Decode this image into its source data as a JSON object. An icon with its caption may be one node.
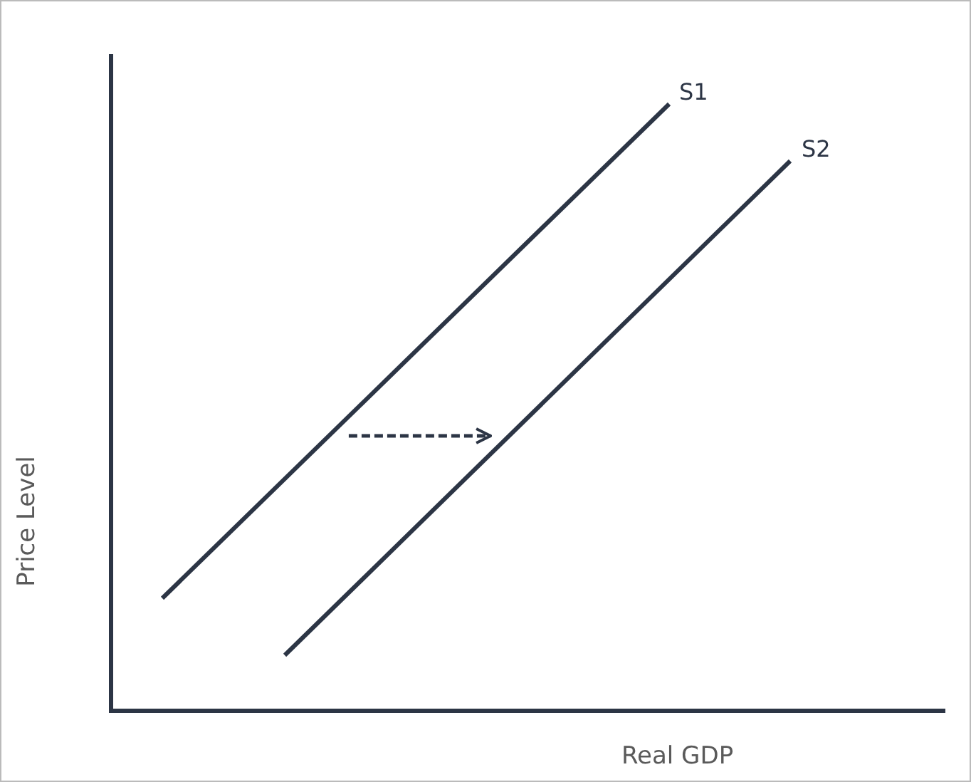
{
  "diagram": {
    "nodes": [
      {
        "text": [
          "S1"
        ]
      },
      {
        "text": [
          "S2"
        ]
      }
    ],
    "edges": [
      {
        "from": 0,
        "to": 1,
        "arrow": "to",
        "style": "dashed"
      }
    ],
    "labels": [
      "Price Level",
      "Real GDP"
    ]
  }
}
